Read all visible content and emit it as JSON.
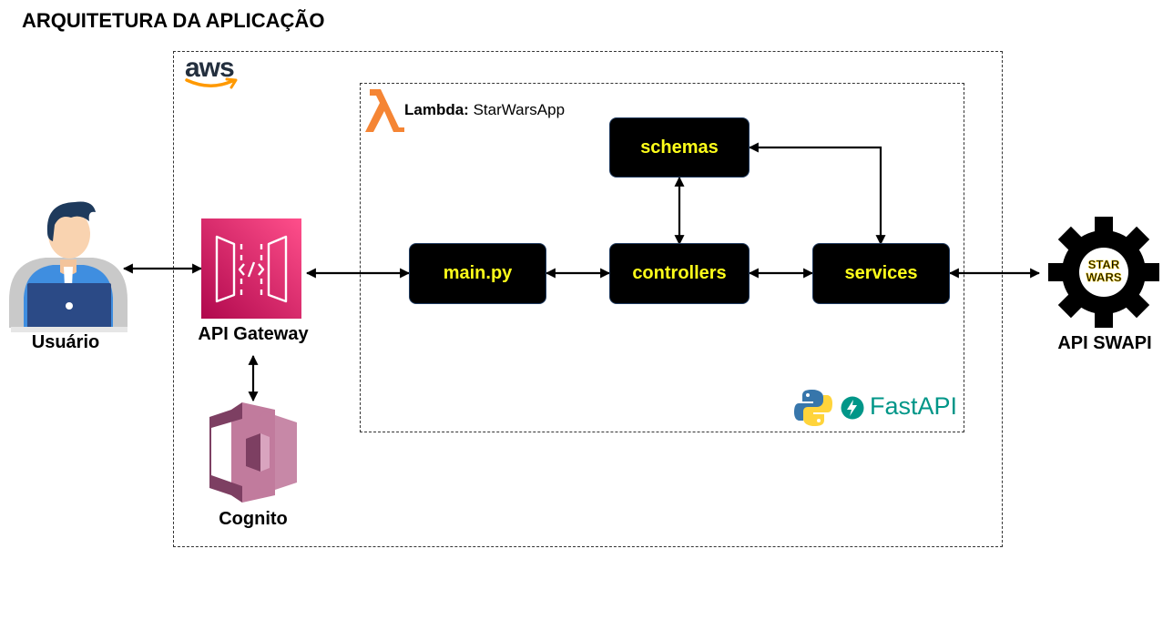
{
  "title": "ARQUITETURA DA APLICAÇÃO",
  "aws": {
    "logo_text": "aws"
  },
  "lambda": {
    "prefix": "Lambda:",
    "name": "StarWarsApp"
  },
  "nodes": {
    "main": "main.py",
    "controllers": "controllers",
    "services": "services",
    "schemas": "schemas"
  },
  "actors": {
    "user": "Usuário",
    "api_gateway": "API Gateway",
    "cognito": "Cognito",
    "swapi": "API SWAPI"
  },
  "swapi_logo": {
    "line1": "STAR",
    "line2": "WARS"
  },
  "framework": {
    "fastapi": "FastAPI"
  },
  "colors": {
    "node_bg": "#000000",
    "node_text": "#ffff1a",
    "api_gateway": "#e7157b",
    "cognito": "#8c4fff",
    "lambda": "#f58534",
    "fastapi": "#009688"
  }
}
